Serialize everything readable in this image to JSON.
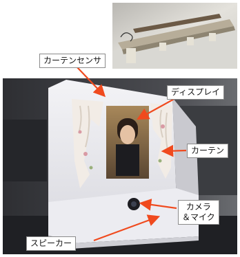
{
  "labels": {
    "curtain_sensor": "カーテンセンサ",
    "display": "ディスプレイ",
    "curtain": "カーテン",
    "camera_line1": "カメラ",
    "camera_line2": "＆マイク",
    "speaker": "スピーカー"
  },
  "colors": {
    "arrow": "#f04a1e",
    "callout_border": "#8a8a8a",
    "device_body": "#e9e9ee",
    "curtain_fabric": "#f2ece6"
  }
}
